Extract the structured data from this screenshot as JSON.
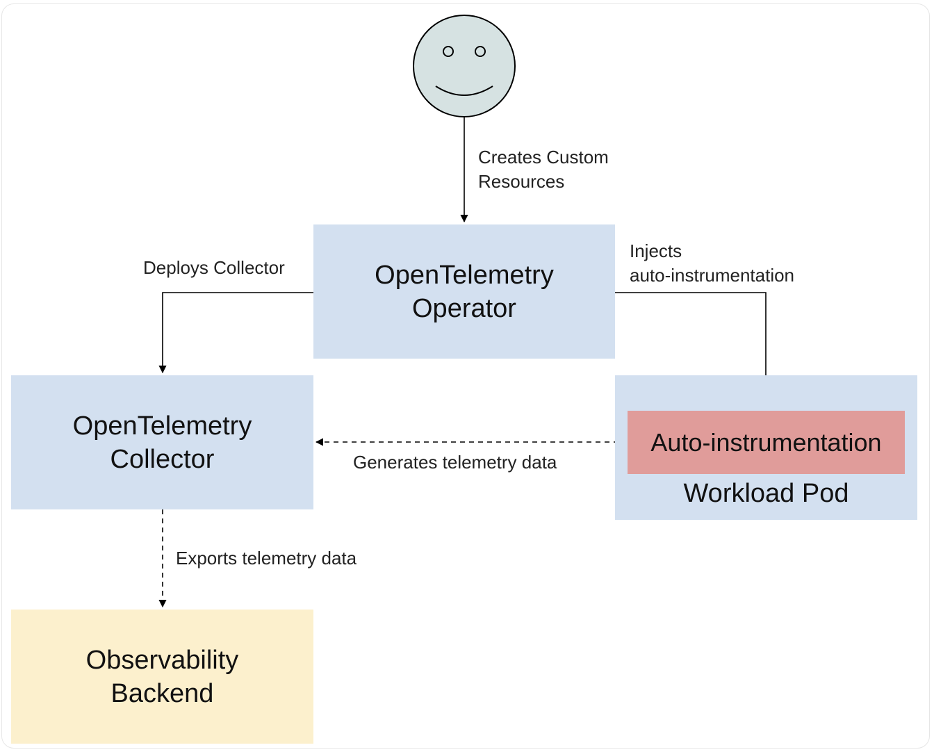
{
  "nodes": {
    "user": {
      "icon": "smiley-face-icon"
    },
    "operator": {
      "label": "OpenTelemetry\nOperator"
    },
    "collector": {
      "label": "OpenTelemetry\nCollector"
    },
    "workload_pod": {
      "label": "Workload Pod"
    },
    "auto_instrumentation": {
      "label": "Auto-instrumentation"
    },
    "backend": {
      "label": "Observability\nBackend"
    }
  },
  "edges": {
    "creates": {
      "label": "Creates Custom\nResources"
    },
    "deploys": {
      "label": "Deploys Collector"
    },
    "injects": {
      "label": "Injects\nauto-instrumentation"
    },
    "generates": {
      "label": "Generates telemetry data"
    },
    "exports": {
      "label": "Exports telemetry data"
    }
  },
  "colors": {
    "box_blue": "#d3e0f0",
    "box_yellow": "#fcf0cd",
    "box_red": "#e09c9a",
    "face_fill": "#d6e2e2",
    "line": "#000000"
  }
}
